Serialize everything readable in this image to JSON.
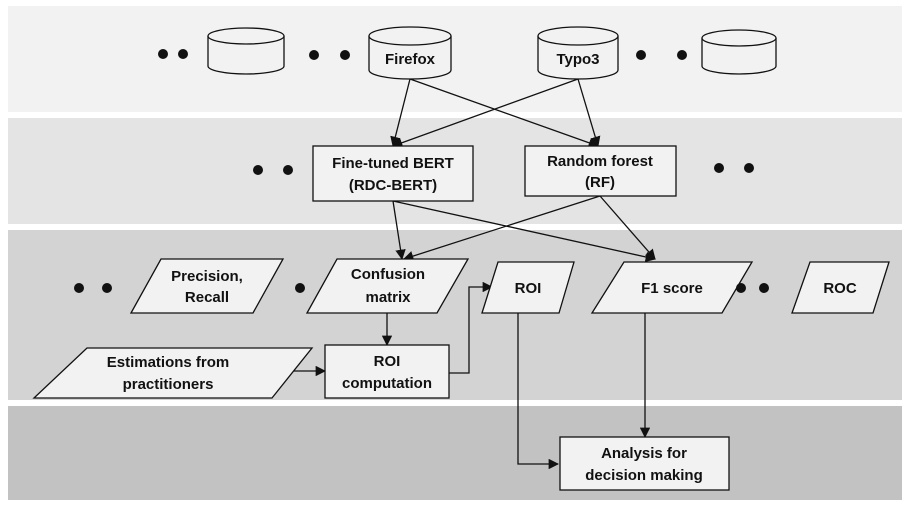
{
  "colors": {
    "band1": "#f2f2f2",
    "band2": "#e4e4e4",
    "band3": "#d3d3d3",
    "band4": "#c2c2c2",
    "node_fill": "#f2f2f2",
    "stroke": "#111111"
  },
  "layers": {
    "data_sources": {
      "firefox": "Firefox",
      "typo3": "Typo3"
    },
    "models": {
      "bert_line1": "Fine-tuned BERT",
      "bert_line2": "(RDC-BERT)",
      "rf_line1": "Random forest",
      "rf_line2": "(RF)"
    },
    "metrics": {
      "precision_line1": "Precision,",
      "precision_line2": "Recall",
      "confusion_line1": "Confusion",
      "confusion_line2": "matrix",
      "roi": "ROI",
      "f1": "F1 score",
      "roc": "ROC",
      "estimations_line1": "Estimations from",
      "estimations_line2": "practitioners",
      "roi_comp_line1": "ROI",
      "roi_comp_line2": "computation"
    },
    "analysis": {
      "line1": "Analysis for",
      "line2": "decision making"
    }
  },
  "edges": [
    [
      "firefox",
      "bert"
    ],
    [
      "firefox",
      "rf"
    ],
    [
      "typo3",
      "bert"
    ],
    [
      "typo3",
      "rf"
    ],
    [
      "bert",
      "confusion"
    ],
    [
      "bert",
      "f1"
    ],
    [
      "rf",
      "confusion"
    ],
    [
      "rf",
      "f1"
    ],
    [
      "confusion",
      "roi-computation"
    ],
    [
      "estimations",
      "roi-computation"
    ],
    [
      "roi-computation",
      "roi"
    ],
    [
      "roi",
      "analysis"
    ],
    [
      "f1",
      "analysis"
    ]
  ]
}
